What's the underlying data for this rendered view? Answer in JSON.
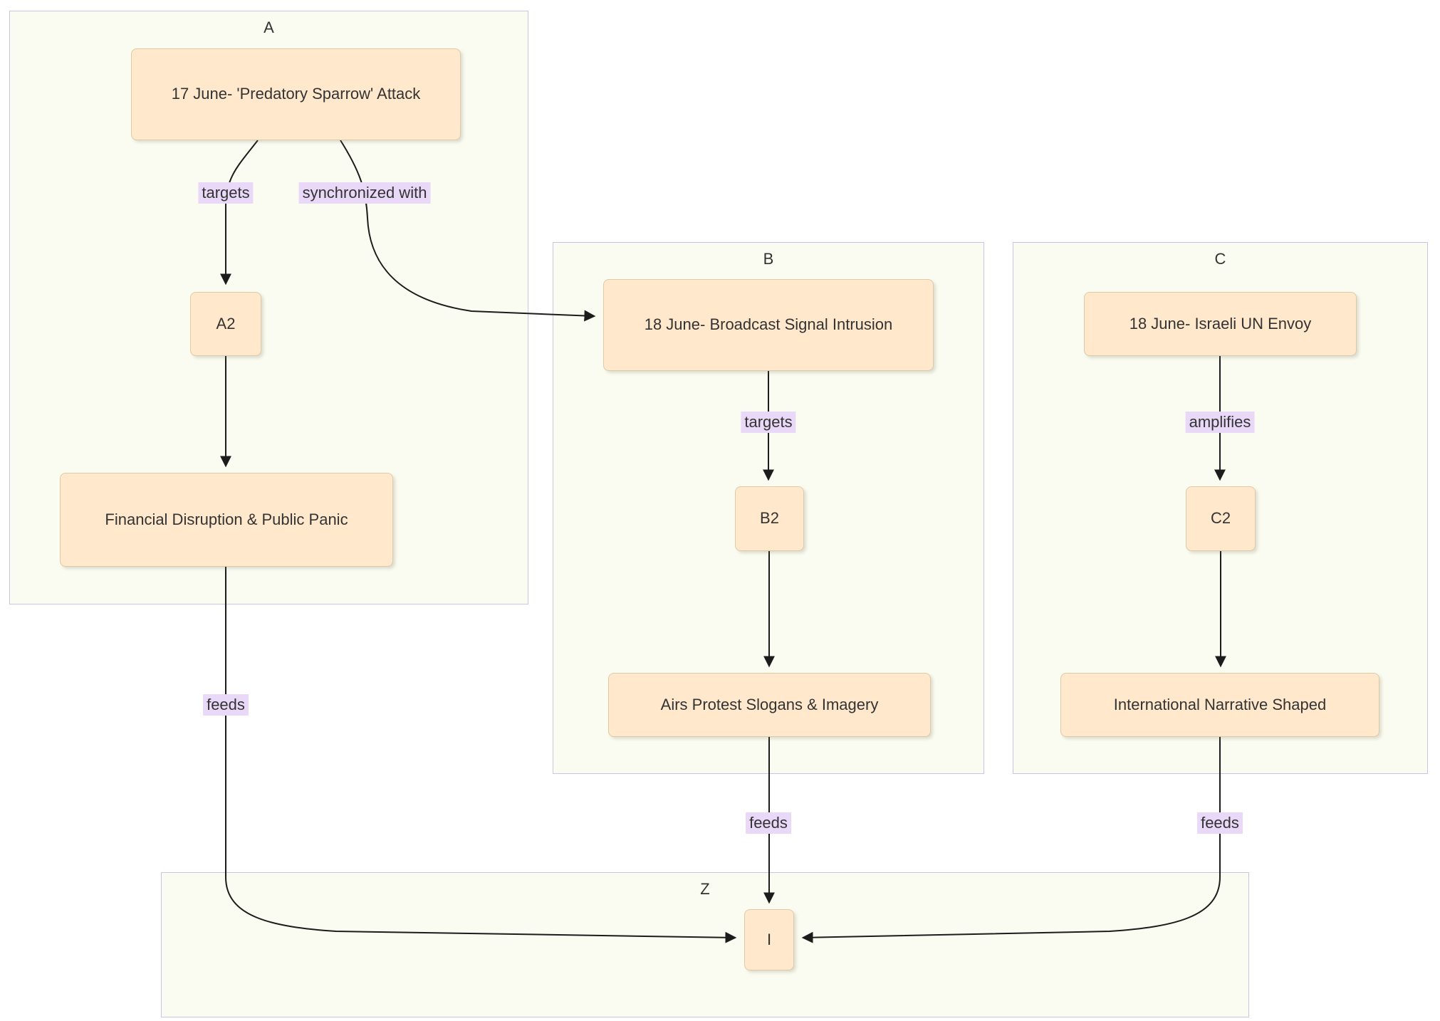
{
  "diagram": {
    "type": "flowchart",
    "colors": {
      "node_fill": "#ffe8cb",
      "node_border": "#ddcba6",
      "subgraph_fill": "#fbfcf1",
      "subgraph_border": "#cfc2e6",
      "edge_label_bg": "#e9d8f8",
      "edge_color": "#1c1c1c",
      "text": "#333333"
    },
    "subgraphs": {
      "A": {
        "label": "A"
      },
      "B": {
        "label": "B"
      },
      "C": {
        "label": "C"
      },
      "Z": {
        "label": "Z"
      }
    },
    "nodes": {
      "a1": {
        "label": "17 June- 'Predatory Sparrow' Attack",
        "subgraph": "A"
      },
      "a2": {
        "label": "A2",
        "subgraph": "A"
      },
      "a3": {
        "label": "Financial Disruption & Public Panic",
        "subgraph": "A"
      },
      "b1": {
        "label": "18 June- Broadcast Signal Intrusion",
        "subgraph": "B"
      },
      "b2": {
        "label": "B2",
        "subgraph": "B"
      },
      "b3": {
        "label": "Airs Protest Slogans & Imagery",
        "subgraph": "B"
      },
      "c1": {
        "label": "18 June- Israeli UN Envoy",
        "subgraph": "C"
      },
      "c2": {
        "label": "C2",
        "subgraph": "C"
      },
      "c3": {
        "label": "International Narrative Shaped",
        "subgraph": "C"
      },
      "i": {
        "label": "I",
        "subgraph": "Z"
      }
    },
    "edges": [
      {
        "from": "a1",
        "to": "a2",
        "label": "targets"
      },
      {
        "from": "a1",
        "to": "b1",
        "label": "synchronized with"
      },
      {
        "from": "a2",
        "to": "a3",
        "label": ""
      },
      {
        "from": "a3",
        "to": "i",
        "label": "feeds"
      },
      {
        "from": "b1",
        "to": "b2",
        "label": "targets"
      },
      {
        "from": "b2",
        "to": "b3",
        "label": ""
      },
      {
        "from": "b3",
        "to": "i",
        "label": "feeds"
      },
      {
        "from": "c1",
        "to": "c2",
        "label": "amplifies"
      },
      {
        "from": "c2",
        "to": "c3",
        "label": ""
      },
      {
        "from": "c3",
        "to": "i",
        "label": "feeds"
      }
    ]
  }
}
